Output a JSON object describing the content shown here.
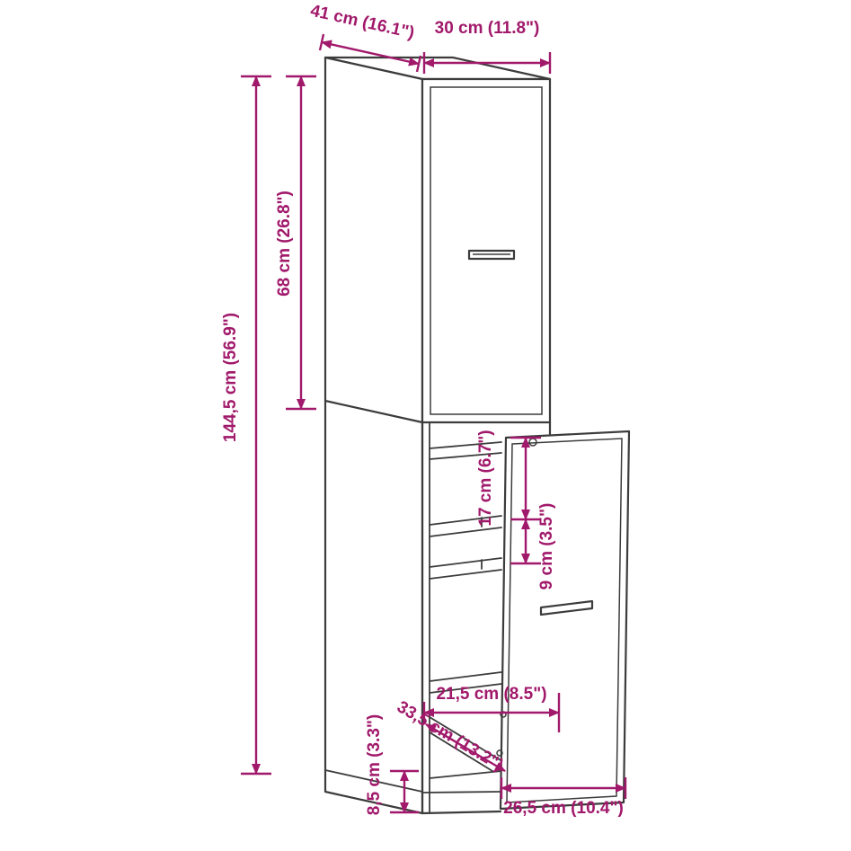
{
  "diagram": {
    "colors": {
      "dimension": "#A1196B",
      "line": "#3C3C3C",
      "background": "#FFFFFF"
    },
    "labels": {
      "depth": "41 cm (16.1\")",
      "width": "30 cm (11.8\")",
      "upper_door_height": "68 cm (26.8\")",
      "total_height": "144,5 cm (56.9\")",
      "gap_17": "17 cm (6.7\")",
      "gap_9": "9 cm (3.5\")",
      "inner_width": "21,5 cm (8.5\")",
      "pullout_extension": "33,5 cm (13.2\")",
      "base_height": "8,5 cm (3.3\")",
      "pullout_width": "26,5 cm (10.4\")"
    }
  }
}
